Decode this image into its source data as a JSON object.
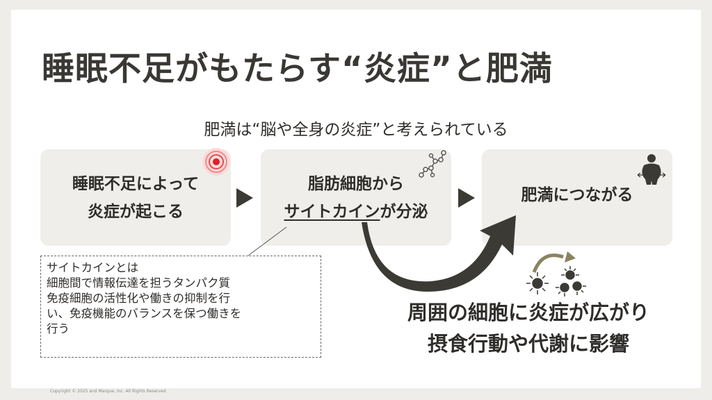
{
  "title": "睡眠不足がもたらす“炎症”と肥満",
  "subtitle": "肥満は“脳や全身の炎症”と考えられている",
  "steps": [
    {
      "line1": "睡眠不足によって",
      "line2": "炎症が起こる",
      "icon": "inflammation-target-icon"
    },
    {
      "line1": "脂肪細胞から",
      "line2_underlined": "サイトカイン",
      "line2_rest": "が分泌",
      "icon": "molecule-icon"
    },
    {
      "line1": "肥満につながる",
      "icon": "obese-person-icon"
    }
  ],
  "note": {
    "lines": [
      "サイトカインとは",
      "細胞間で情報伝達を担うタンパク質",
      "免疫細胞の活性化や働きの抑制を行",
      "い、免疫機能のバランスを保つ働きを",
      "行う"
    ]
  },
  "result": {
    "line1": "周囲の細胞に炎症が広がり",
    "line2": "摂食行動や代謝に影響",
    "icon": "spreading-cells-icon"
  },
  "copyright": "Copyright © 2025 and Marque, Inc. All Rights Reserved",
  "colors": {
    "dark": "#3b3a34",
    "box": "#f0eeea",
    "red": "#e0202a"
  }
}
